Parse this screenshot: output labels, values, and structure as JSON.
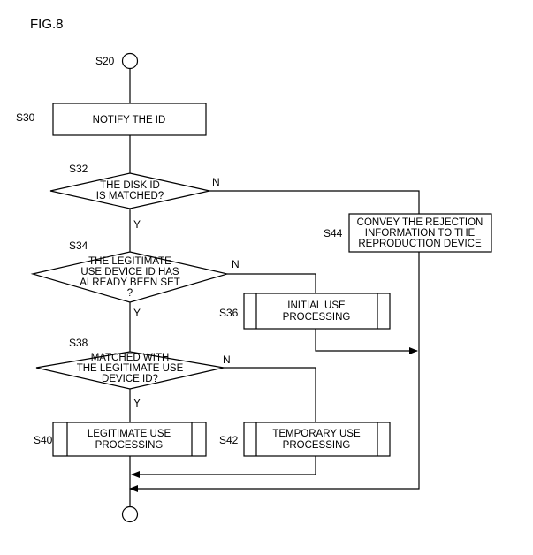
{
  "figure_label": "FIG.8",
  "steps": {
    "start": {
      "id": "S20"
    },
    "s30": {
      "id": "S30",
      "text": "NOTIFY THE ID"
    },
    "s32": {
      "id": "S32",
      "line1": "THE DISK ID",
      "line2": "IS MATCHED?",
      "yes": "Y",
      "no": "N"
    },
    "s34": {
      "id": "S34",
      "line1": "THE LEGITIMATE",
      "line2": "USE DEVICE ID HAS",
      "line3": "ALREADY BEEN SET",
      "line4": "?",
      "yes": "Y",
      "no": "N"
    },
    "s36": {
      "id": "S36",
      "line1": "INITIAL USE",
      "line2": "PROCESSING"
    },
    "s38": {
      "id": "S38",
      "line1": "MATCHED WITH",
      "line2": "THE LEGITIMATE USE",
      "line3": "DEVICE ID?",
      "yes": "Y",
      "no": "N"
    },
    "s40": {
      "id": "S40",
      "line1": "LEGITIMATE USE",
      "line2": "PROCESSING"
    },
    "s42": {
      "id": "S42",
      "line1": "TEMPORARY USE",
      "line2": "PROCESSING"
    },
    "s44": {
      "id": "S44",
      "line1": "CONVEY THE REJECTION",
      "line2": "INFORMATION TO THE",
      "line3": "REPRODUCTION DEVICE"
    }
  }
}
